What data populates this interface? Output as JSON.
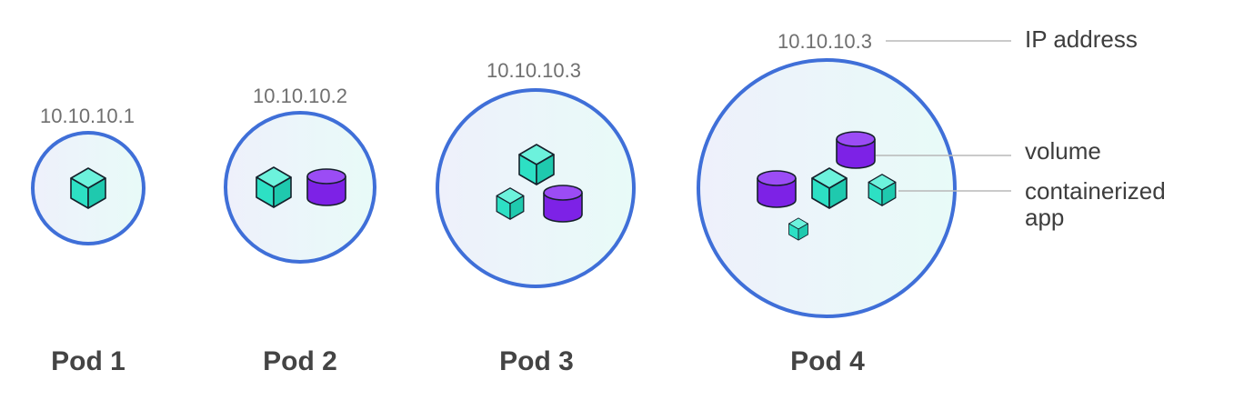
{
  "colors": {
    "pod_border": "#3f6fd8",
    "app_cube": "#2de0c4",
    "volume": "#7d22e6",
    "outline": "#1a1a2e"
  },
  "pods": [
    {
      "label": "Pod 1",
      "ip": "10.10.10.1"
    },
    {
      "label": "Pod 2",
      "ip": "10.10.10.2"
    },
    {
      "label": "Pod 3",
      "ip": "10.10.10.3"
    },
    {
      "label": "Pod 4",
      "ip": "10.10.10.3"
    }
  ],
  "legend": {
    "ip_address": "IP address",
    "volume": "volume",
    "containerized_line1": "containerized",
    "containerized_line2": "app"
  },
  "icons": {
    "app": "containerized-app-cube-icon",
    "volume": "volume-cylinder-icon"
  }
}
